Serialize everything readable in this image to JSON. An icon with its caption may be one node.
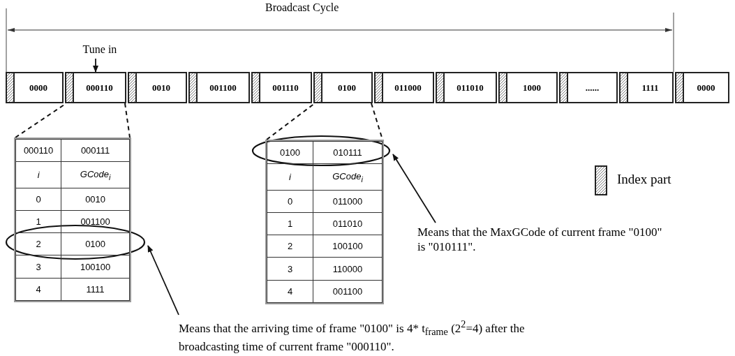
{
  "diagram": {
    "nodes": [
      {
        "text": [
          "Tune in"
        ]
      },
      {
        "text": [
          "0000"
        ]
      },
      {
        "text": [
          "000110"
        ]
      },
      {
        "text": [
          "0010"
        ]
      },
      {
        "text": [
          "001100"
        ]
      },
      {
        "text": [
          "001110"
        ]
      },
      {
        "text": [
          "0100"
        ]
      },
      {
        "text": [
          "011000"
        ]
      },
      {
        "text": [
          "011010"
        ]
      },
      {
        "text": [
          "1000"
        ]
      },
      {
        "text": [
          "......"
        ]
      },
      {
        "text": [
          "1111"
        ]
      },
      {
        "text": [
          "0000"
        ]
      },
      {
        "text": [
          "000110",
          "000111",
          "i",
          "GCode$_{i}$",
          "0",
          "0010",
          "1",
          "001100",
          "2",
          "0100",
          "3",
          "100100",
          "4",
          "1111"
        ]
      },
      {
        "text": [
          "0100",
          "010111",
          "i",
          "GCode$_{i}$",
          "0",
          "011000",
          "1",
          "011010",
          "2",
          "100100",
          "3",
          "110000",
          "4",
          "001100"
        ]
      },
      {
        "text": [
          "Means that the MaxGCode of current frame \"0100\" is \"010111\"."
        ]
      },
      {
        "text": [
          "Means that the arriving time of frame \"0100\" is 4* t$_{frame}$ (2$^{2}$=4) after the broadcasting time of current frame \"000110\"."
        ]
      }
    ],
    "edges": [
      {
        "from": 0,
        "to": 2,
        "arrow": "to"
      },
      {
        "from": 2,
        "to": 13,
        "arrow": "none",
        "style": "dashed"
      },
      {
        "from": 6,
        "to": 14,
        "arrow": "none",
        "style": "dashed"
      },
      {
        "from": 16,
        "to": 13,
        "arrow": "to"
      },
      {
        "from": 15,
        "to": 14,
        "arrow": "to"
      }
    ],
    "labels": [
      "Broadcast Cycle"
    ],
    "legend": [
      {
        "text": "Index part"
      }
    ]
  }
}
